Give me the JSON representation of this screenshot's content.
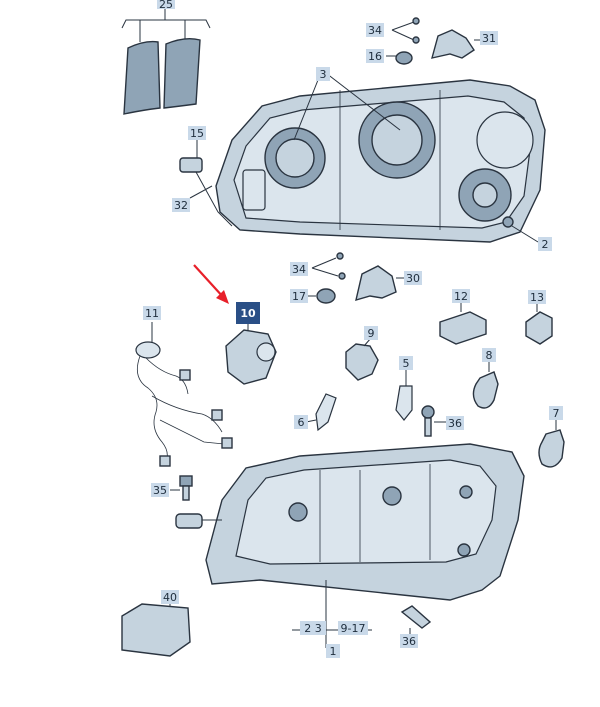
{
  "labels": {
    "l25": "25",
    "l34a": "34",
    "l31": "31",
    "l16": "16",
    "l3": "3",
    "l15": "15",
    "l32": "32",
    "l2": "2",
    "l34b": "34",
    "l30": "30",
    "l17": "17",
    "l12": "12",
    "l13": "13",
    "l10": "10",
    "l11": "11",
    "l9": "9",
    "l5": "5",
    "l8": "8",
    "l6": "6",
    "l36a": "36",
    "l7": "7",
    "l35": "35",
    "l40": "40",
    "l2_3": "2 3",
    "l9_17": "9-17",
    "l1": "1",
    "l36b": "36"
  },
  "highlight": {
    "part": "10",
    "color": "#2a4f86"
  },
  "arrow_color": "#e8202a",
  "colors": {
    "part_fill": "#c5d3de",
    "outline": "#2a3440",
    "label_bg": "#c9d9e9"
  }
}
